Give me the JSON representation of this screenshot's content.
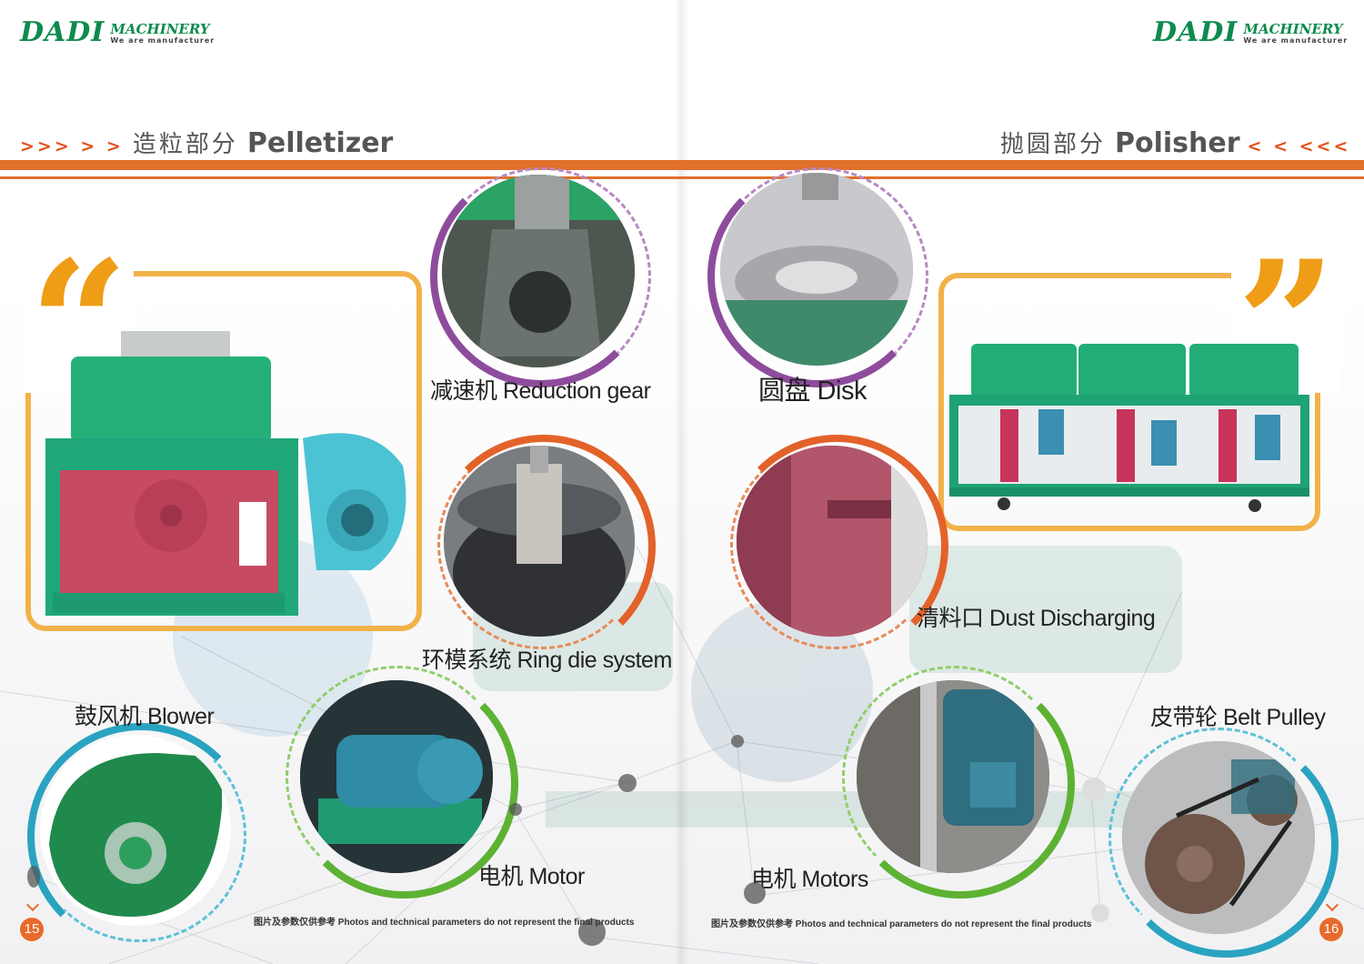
{
  "brand": {
    "mark": "DADI",
    "name": "MACHINERY",
    "tagline": "We are manufacturer"
  },
  "left_page": {
    "arrows": ">>> > >",
    "title_cn": "造粒部分",
    "title_en": "Pelletizer",
    "parts": [
      {
        "label": "减速机 Reduction gear"
      },
      {
        "label": "环模系统 Ring die system"
      },
      {
        "label": "鼓风机 Blower"
      },
      {
        "label": "电机 Motor"
      }
    ],
    "notice": "图片及参数仅供参考 Photos and technical parameters do not represent the final products",
    "page_number": "15"
  },
  "right_page": {
    "arrows": "< < <<<",
    "title_cn": "抛圆部分",
    "title_en": "Polisher",
    "parts": [
      {
        "label": "圆盘  Disk"
      },
      {
        "label": "清料口 Dust Discharging"
      },
      {
        "label": "电机 Motors"
      },
      {
        "label": "皮带轮 Belt Pulley"
      }
    ],
    "notice": "图片及参数仅供参考 Photos and technical parameters do not represent the final products",
    "page_number": "16"
  },
  "colors": {
    "accent_orange": "#e1702b",
    "frame_yellow": "#f2b24a",
    "quote_orange": "#ef9d17",
    "brand_green": "#0e8b4e",
    "ring_purple": "#8e4c9c",
    "ring_orange": "#e3622a",
    "ring_teal": "#2aa3c1",
    "ring_green": "#5db233"
  },
  "icons": [
    "left-quote-icon",
    "right-quote-icon",
    "page-chevron-icon"
  ]
}
